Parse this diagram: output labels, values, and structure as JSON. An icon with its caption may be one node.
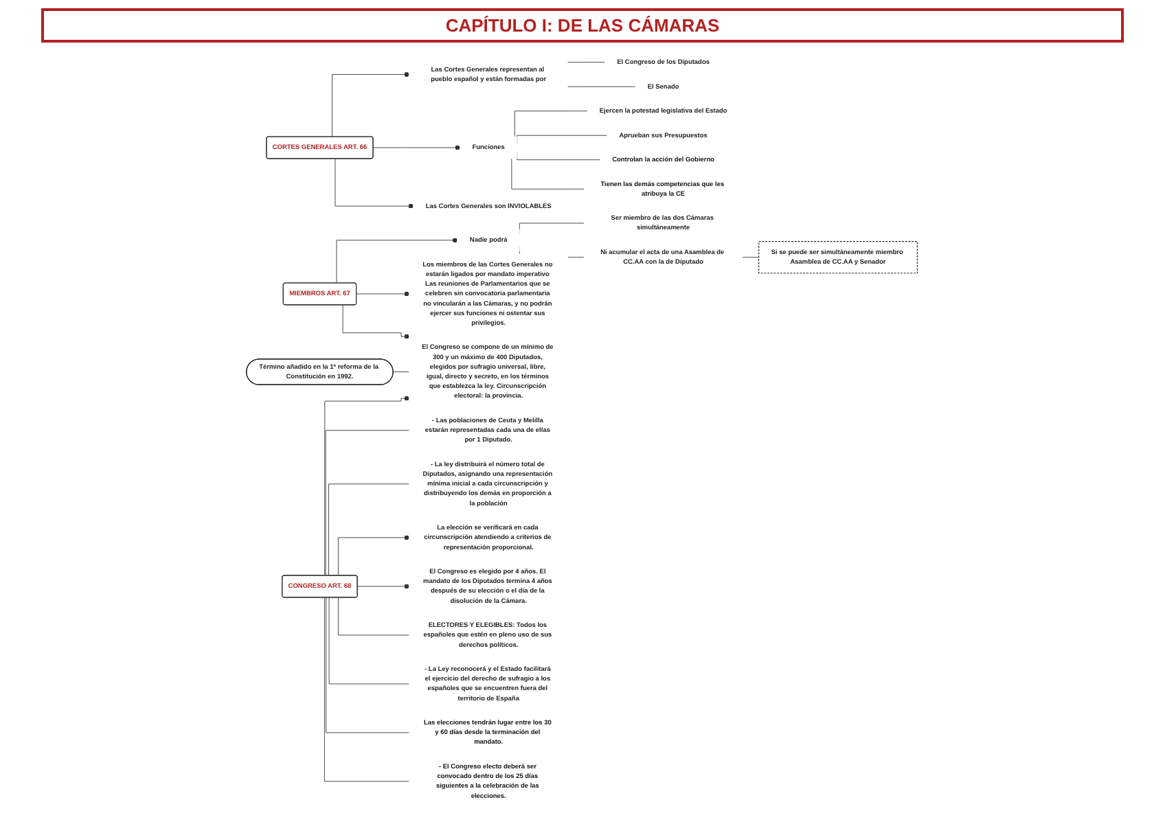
{
  "diagram": {
    "title": "CAPÍTULO I: DE LAS CÁMARAS",
    "nodes": [
      {
        "text": [
          "CORTES GENERALES ART. 66"
        ]
      },
      {
        "text": [
          "Las Cortes Generales representan al pueblo español y están formadas por"
        ]
      },
      {
        "text": [
          "El Congreso de los Diputados"
        ]
      },
      {
        "text": [
          "El Senado"
        ]
      },
      {
        "text": [
          "Funciones"
        ]
      },
      {
        "text": [
          "Ejercen la potestad legislativa del Estado"
        ]
      },
      {
        "text": [
          "Aprueban sus Presupuestos"
        ]
      },
      {
        "text": [
          "Controlan la acción del Gobierno"
        ]
      },
      {
        "text": [
          "Tienen las demás competencias que les atribuya la CE"
        ]
      },
      {
        "text": [
          "Las Cortes Generales son INVIOLABLES"
        ]
      },
      {
        "text": [
          "MIEMBROS ART. 67"
        ]
      },
      {
        "text": [
          "Nadie podrá"
        ]
      },
      {
        "text": [
          "Ser miembro de las dos Cámaras simultáneamente"
        ]
      },
      {
        "text": [
          "Ni acumular el acta de una Asamblea de CC.AA con la de Diputado"
        ]
      },
      {
        "text": [
          "Si se puede ser simultáneamente miembro Asamblea de CC.AA y Senador"
        ]
      },
      {
        "text": [
          "Los miembros de las Cortes Generales no estarán ligados por mandato imperativo Las reuniones de Parlamentarios que se celebren sin convocatoria parlamentaria no vincularán a las Cámaras, y no podrán ejercer sus funciones ni ostentar sus privilegios."
        ]
      },
      {
        "text": [
          "El Congreso se compone de un mínimo de 300 y un máximo de 400 Diputados, elegidos por sufragio universal, libre, igual, directo y secreto, en los términos que establezca la ley. Circunscripción electoral: la provincia."
        ]
      },
      {
        "text": [
          "CONGRESO ART. 68"
        ]
      },
      {
        "text": [
          "Término añadido en la 1ª reforma de la Constitución en 1992."
        ]
      },
      {
        "text": [
          "- Las poblaciones de Ceuta y Melilla estarán representadas cada una de ellas por 1 Diputado."
        ]
      },
      {
        "text": [
          "- La ley distribuirá el número total de Diputados, asignando una representación mínima inicial a cada circunscripción y distribuyendo los demás en proporción a la población"
        ]
      },
      {
        "text": [
          "La elección se verificará en cada circunscripción atendiendo a criterios de representación proporcional."
        ]
      },
      {
        "text": [
          "El Congreso es elegido por 4 años. El mandato de los Diputados termina 4 años después de su elección o el día de la disolución de la Cámara."
        ]
      },
      {
        "text": [
          "ELECTORES Y ELEGIBLES: Todos los españoles que estén en pleno uso de sus derechos políticos."
        ]
      },
      {
        "text": [
          "- La Ley reconocerá y el Estado facilitará el ejercicio del derecho de sufragio a los españoles que se encuentren fuera del territorio de España"
        ]
      },
      {
        "text": [
          "Las elecciones tendrán lugar entre los 30 y 60 días desde la terminación del mandato."
        ]
      },
      {
        "text": [
          "- El Congreso electo deberá ser convocado dentro de los 25 días siguientes a la celebración de las elecciones."
        ]
      }
    ],
    "edges": [
      {
        "from": 0,
        "to": 1,
        "arrow": "other"
      },
      {
        "from": 1,
        "to": 2,
        "arrow": "none"
      },
      {
        "from": 1,
        "to": 3,
        "arrow": "none"
      },
      {
        "from": 0,
        "to": 4,
        "arrow": "other"
      },
      {
        "from": 4,
        "to": 5,
        "arrow": "none"
      },
      {
        "from": 4,
        "to": 6,
        "arrow": "none"
      },
      {
        "from": 4,
        "to": 7,
        "arrow": "none"
      },
      {
        "from": 4,
        "to": 8,
        "arrow": "none"
      },
      {
        "from": 0,
        "to": 9,
        "arrow": "other"
      },
      {
        "from": 10,
        "to": 11,
        "arrow": "other"
      },
      {
        "from": 11,
        "to": 12,
        "arrow": "none"
      },
      {
        "from": 11,
        "to": 13,
        "arrow": "none"
      },
      {
        "from": 13,
        "to": 14,
        "arrow": "none"
      },
      {
        "from": 10,
        "to": 15,
        "arrow": "other"
      },
      {
        "from": 10,
        "to": 16,
        "arrow": "other"
      },
      {
        "from": 17,
        "to": 16,
        "arrow": "other"
      },
      {
        "from": 18,
        "to": 16,
        "arrow": "none"
      },
      {
        "from": 17,
        "to": 19,
        "arrow": "none"
      },
      {
        "from": 17,
        "to": 20,
        "arrow": "none"
      },
      {
        "from": 17,
        "to": 21,
        "arrow": "other"
      },
      {
        "from": 17,
        "to": 22,
        "arrow": "other"
      },
      {
        "from": 17,
        "to": 23,
        "arrow": "none"
      },
      {
        "from": 17,
        "to": 24,
        "arrow": "none"
      },
      {
        "from": 17,
        "to": 25,
        "arrow": "none"
      },
      {
        "from": 17,
        "to": 26,
        "arrow": "none"
      }
    ]
  }
}
